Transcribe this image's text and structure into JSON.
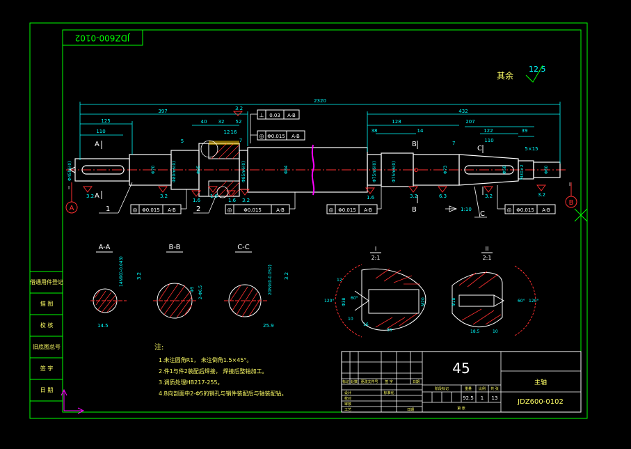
{
  "colors": {
    "background": "#000000",
    "frame": "#00ff00",
    "geometry": "#ffffff",
    "dimension": "#00ffff",
    "centerline": "#ff3030",
    "accent": "#ff00ff",
    "hatch": "#ff3030"
  },
  "drawing_number_tab": "JDZ600-0102",
  "roughness_note": {
    "label": "其余",
    "value": "12.5"
  },
  "dimensions": {
    "overall": "2320",
    "left_span": "397",
    "right_span": "432",
    "d125": "125",
    "d110_left": "110",
    "d40": "40",
    "d32": "32",
    "d52": "52",
    "d12": "12",
    "d16": "16",
    "d5": "5",
    "d7": "7",
    "d38a": "38",
    "d128": "128",
    "d14": "14",
    "d207": "207",
    "d122": "122",
    "d39": "39",
    "d110_right": "110",
    "key_5x15": "5×15",
    "taper": "1:10"
  },
  "diameter_labels": [
    "Φ45h6(0)",
    "Φ70",
    "Φ80m6(0)",
    "Φ95",
    "Φ85m6(0)",
    "Φ84",
    "Φ75m6(0)",
    "Φ75m6(0)",
    "Φ73",
    "Φ60",
    "Φ58",
    "M30×2"
  ],
  "tolerance_frames": [
    {
      "symbol": "⊥",
      "value": "0.03",
      "datum": "A-B"
    },
    {
      "symbol": "◎",
      "value": "Φ0.015",
      "datum": "A-B"
    },
    {
      "symbol": "◎",
      "value": "Φ0.015",
      "datum": "A-B"
    },
    {
      "symbol": "◎",
      "value": "Φ0.015",
      "datum": "A-B"
    },
    {
      "symbol": "◎",
      "value": "Φ0.015",
      "datum": "A-B"
    },
    {
      "symbol": "◎",
      "value": "Φ0.015",
      "datum": "A-B"
    }
  ],
  "roughness_marks": [
    "3.2",
    "3.2",
    "1.6",
    "1.6",
    "1.6",
    "3.2",
    "1.6",
    "3.2",
    "6.3",
    "3.2",
    "3.2",
    "3.2"
  ],
  "part_callouts": [
    "1",
    "2",
    "C"
  ],
  "datum_left": "A",
  "datum_right": "B",
  "section_marks": {
    "A": "A",
    "B": "B",
    "C": "C",
    "I": "I",
    "II": "II"
  },
  "sections": [
    {
      "title": "A-A",
      "dim_a": "14.5",
      "dim_b": "14N9(0-0.043)",
      "rough": "3.2"
    },
    {
      "title": "B-B",
      "dim_a": "Φ5",
      "dim_b": "2-Φ6.5",
      "rough": ""
    },
    {
      "title": "C-C",
      "dim_a": "25.9",
      "dim_b": "20N9(0-0.052)",
      "rough": "3.2"
    }
  ],
  "details": [
    {
      "title": "I",
      "scale": "2:1",
      "labels": [
        "120°",
        "60°",
        "Φ38",
        "M20",
        "16",
        "10",
        "35",
        "12"
      ]
    },
    {
      "title": "II",
      "scale": "2:1",
      "labels": [
        "Φ18",
        "60°",
        "120°",
        "18.5",
        "10"
      ]
    }
  ],
  "notes": {
    "heading": "注:",
    "lines": [
      "1.未注圆角R1，  未注倒角1.5×45°。",
      "2.件1与件2装配后焊接，  焊接后整轴加工。",
      "3.调质处理HB217-255。",
      "4.B向剖面中2-Φ5的销孔与销件装配后与轴装配钻。"
    ]
  },
  "left_sidebar": [
    "借通用件登记",
    "描 图",
    "校 核",
    "旧底图总号",
    "签 字",
    "日 期"
  ],
  "title_block": {
    "material": "45",
    "part_name": "主轴",
    "drawing_number": "JDZ600-0102",
    "col_headers": [
      "标记",
      "处数",
      "更改文件号",
      "签 字",
      "日期"
    ],
    "roles": [
      "设计",
      "校对",
      "审核",
      "工艺"
    ],
    "approve": "标准化",
    "date_label": "日期",
    "stage_label": "阶段标记",
    "weight_label": "重量",
    "scale_label": "比例",
    "sheet_label": "共 张",
    "weight": "92.5",
    "scale": "1",
    "ratio": "13",
    "sheet_info": "第 张"
  }
}
